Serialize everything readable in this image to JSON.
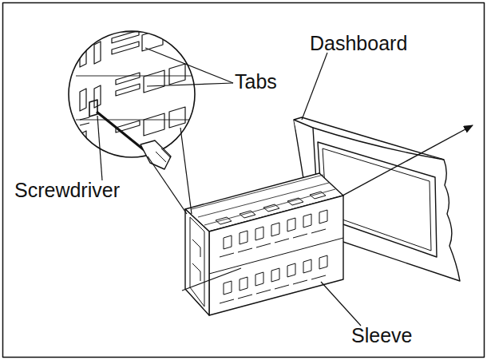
{
  "diagram": {
    "labels": [
      "Dashboard",
      "Tabs",
      "Screwdriver",
      "Sleeve"
    ]
  }
}
